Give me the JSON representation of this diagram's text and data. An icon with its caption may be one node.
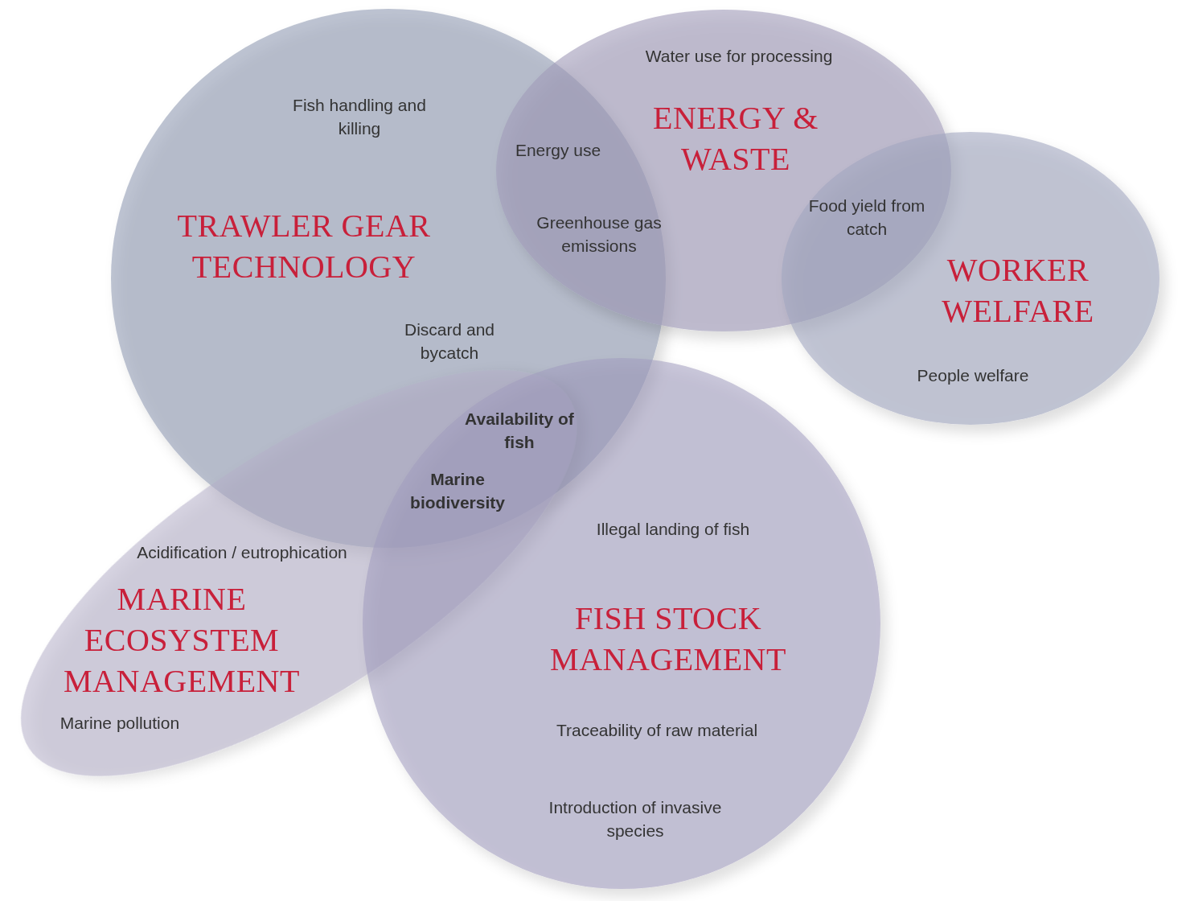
{
  "diagram": {
    "nodes": [
      {
        "text": [
          "TRAWLER GEAR TECHNOLOGY"
        ]
      },
      {
        "text": [
          "ENERGY & WASTE"
        ]
      },
      {
        "text": [
          "WORKER WELFARE"
        ]
      },
      {
        "text": [
          "MARINE ECOSYSTEM MANAGEMENT"
        ]
      },
      {
        "text": [
          "FISH STOCK MANAGEMENT"
        ]
      }
    ],
    "labels": [
      "Water use for processing",
      "Fish handling and killing",
      "Energy use",
      "Food yield from catch",
      "Greenhouse gas emissions",
      "Discard and bycatch",
      "People welfare",
      "Availability of fish",
      "Marine biodiversity",
      "Illegal landing of fish",
      "Acidification / eutrophication",
      "Marine pollution",
      "Traceability of raw material",
      "Introduction of invasive species"
    ]
  }
}
